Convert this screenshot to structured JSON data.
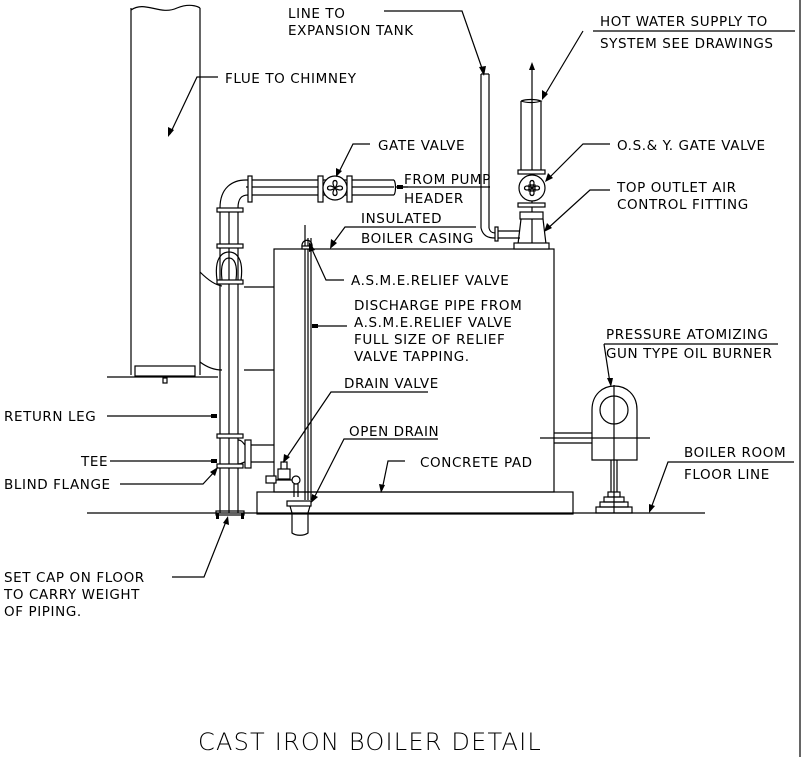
{
  "drawing": {
    "title": "CAST IRON BOILER DETAIL",
    "line_color": "#000000",
    "background": "#ffffff"
  },
  "labels": {
    "line_to_expansion_tank": [
      "LINE TO",
      "EXPANSION TANK"
    ],
    "hot_water_supply": [
      "HOT WATER SUPPLY TO",
      "SYSTEM SEE DRAWINGS"
    ],
    "flue_to_chimney": [
      "FLUE TO CHIMNEY"
    ],
    "gate_valve": [
      "GATE VALVE"
    ],
    "osy_gate_valve": [
      "O.S.& Y. GATE VALVE"
    ],
    "from_pump_header": [
      "FROM PUMP",
      "HEADER"
    ],
    "top_outlet_air_control": [
      "TOP OUTLET AIR",
      "CONTROL FITTING"
    ],
    "insulated_boiler_casing": [
      "INSULATED",
      "BOILER CASING"
    ],
    "asme_relief_valve": [
      "A.S.M.E.RELIEF VALVE"
    ],
    "discharge_pipe": [
      "DISCHARGE PIPE FROM",
      "A.S.M.E.RELIEF VALVE",
      "FULL SIZE OF RELIEF",
      "VALVE TAPPING."
    ],
    "pressure_atomizing_burner": [
      "PRESSURE ATOMIZING",
      "GUN TYPE OIL BURNER"
    ],
    "drain_valve": [
      "DRAIN VALVE"
    ],
    "return_leg": [
      "RETURN LEG"
    ],
    "open_drain": [
      "OPEN DRAIN"
    ],
    "concrete_pad": [
      "CONCRETE PAD"
    ],
    "tee": [
      "TEE"
    ],
    "boiler_room_floor_line": [
      "BOILER ROOM",
      "FLOOR LINE"
    ],
    "blind_flange": [
      "BLIND FLANGE"
    ],
    "set_cap_on_floor": [
      "SET CAP ON FLOOR",
      "TO CARRY WEIGHT",
      "OF PIPING."
    ]
  }
}
